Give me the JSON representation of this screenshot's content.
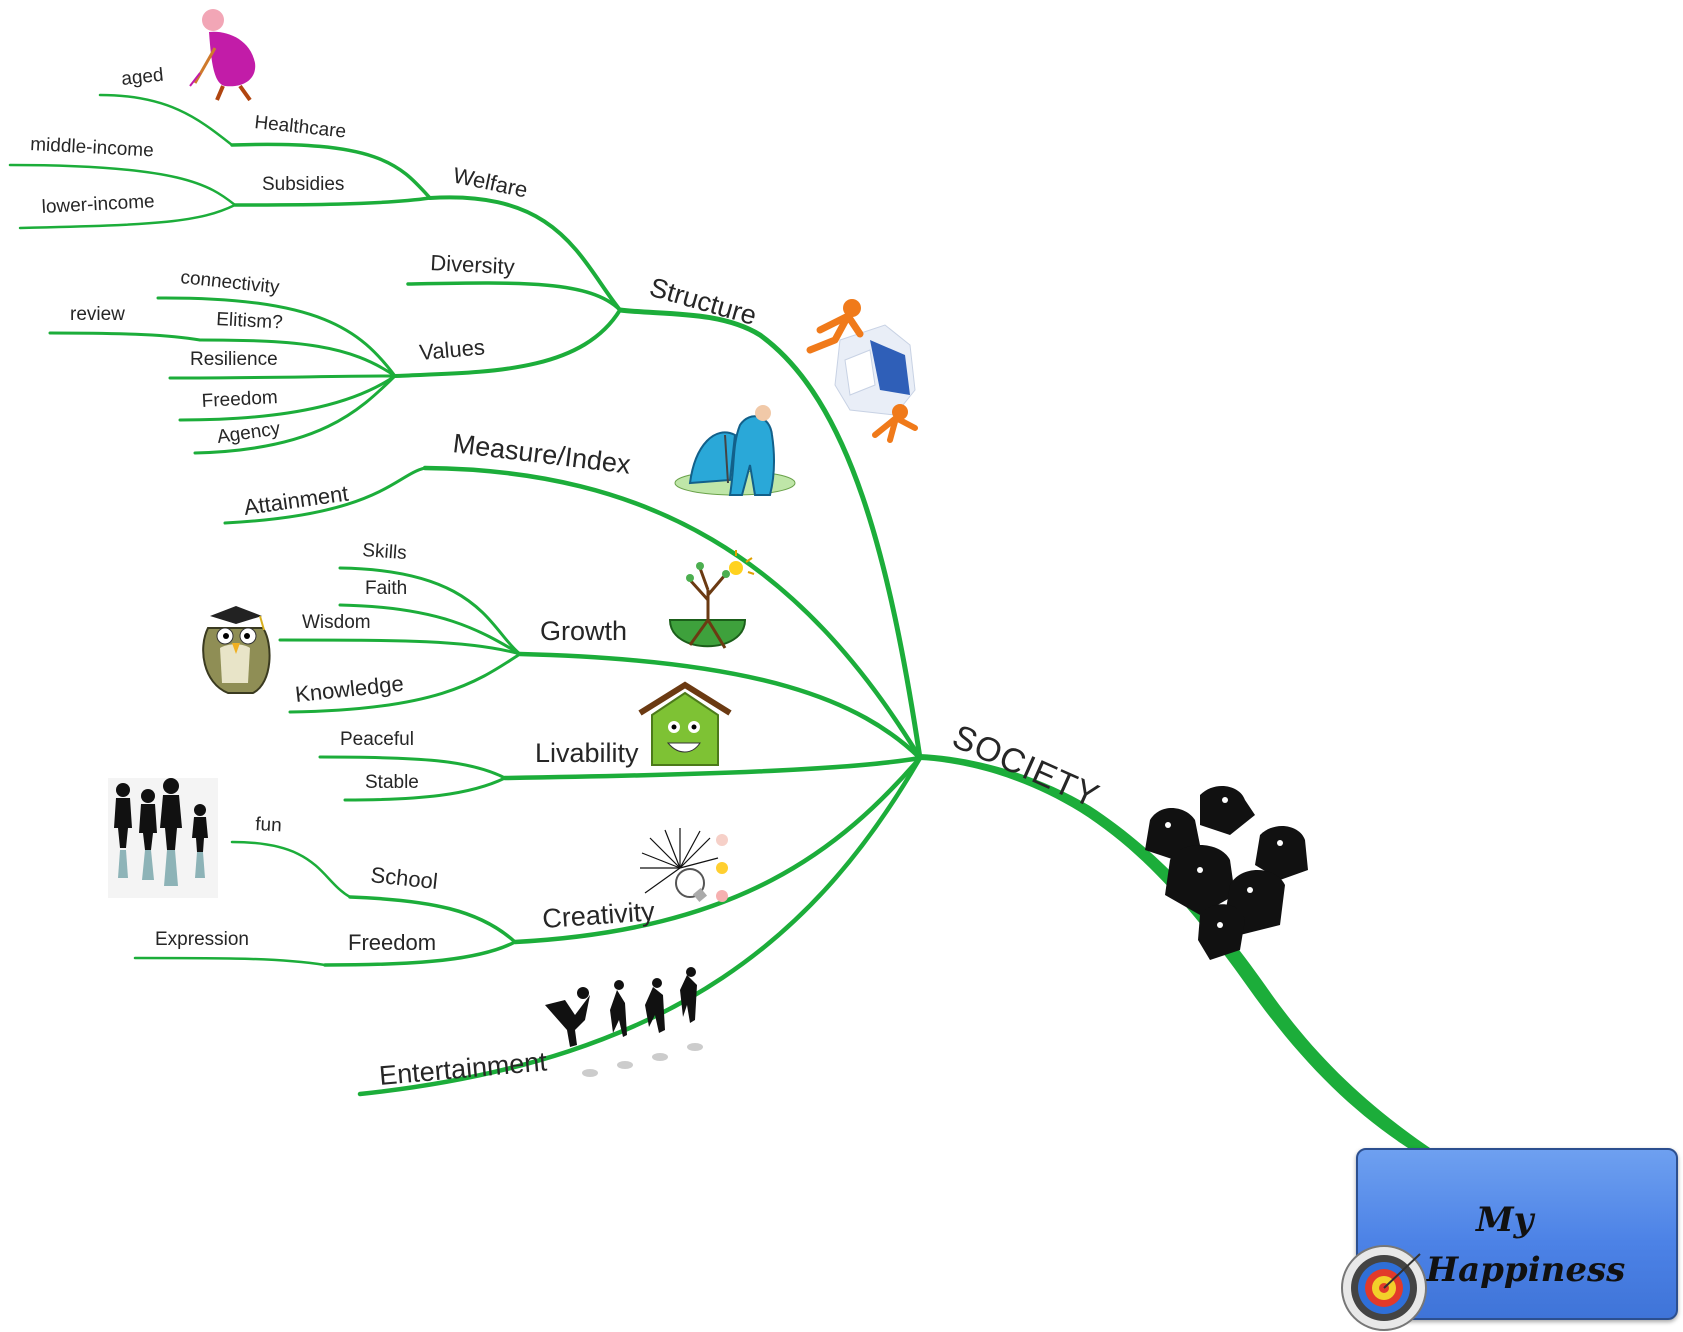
{
  "root": {
    "line1": "My",
    "line2": "Happiness"
  },
  "main_branch": "SOCIETY",
  "topics": {
    "structure": "Structure",
    "welfare": "Welfare",
    "healthcare": "Healthcare",
    "aged": "aged",
    "subsidies": "Subsidies",
    "middle_income": "middle-income",
    "lower_income": "lower-income",
    "diversity": "Diversity",
    "values": "Values",
    "connectivity": "connectivity",
    "elitism": "Elitism?",
    "review": "review",
    "resilience": "Resilience",
    "freedom": "Freedom",
    "agency": "Agency",
    "measure": "Measure/Index",
    "attainment": "Attainment",
    "growth": "Growth",
    "skills": "Skills",
    "faith": "Faith",
    "wisdom": "Wisdom",
    "knowledge": "Knowledge",
    "livability": "Livability",
    "peaceful": "Peaceful",
    "stable": "Stable",
    "creativity": "Creativity",
    "school": "School",
    "fun": "fun",
    "freedom2": "Freedom",
    "expression": "Expression",
    "entertainment": "Entertainment"
  },
  "colors": {
    "branch": "#1cad3a",
    "root_fill": "#4c82e6",
    "text": "#262626"
  },
  "icons": [
    "elderly-person-icon",
    "teamwork-puzzle-icon",
    "measuring-figure-icon",
    "growing-tree-icon",
    "wise-owl-icon",
    "smiling-house-icon",
    "children-silhouette-icon",
    "lightbulb-idea-icon",
    "dancers-silhouette-icon",
    "crowd-silhouette-icon",
    "target-icon"
  ]
}
